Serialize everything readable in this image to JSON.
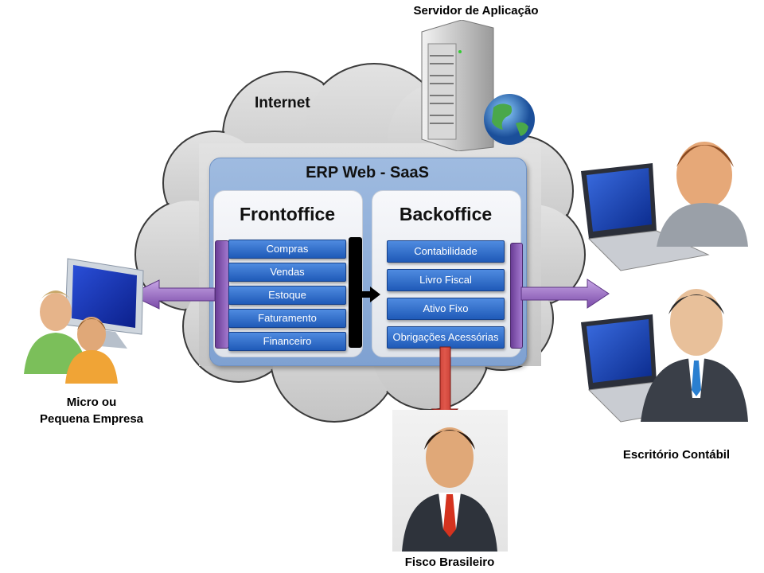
{
  "labels": {
    "server": "Servidor de Aplicação",
    "internet": "Internet",
    "erp_title": "ERP Web - SaaS",
    "small_business_line1": "Micro ou",
    "small_business_line2": "Pequena Empresa",
    "accounting_office": "Escritório Contábil",
    "tax_authority": "Fisco Brasileiro"
  },
  "frontoffice": {
    "title": "Frontoffice",
    "modules": [
      "Compras",
      "Vendas",
      "Estoque",
      "Faturamento",
      "Financeiro"
    ]
  },
  "backoffice": {
    "title": "Backoffice",
    "modules": [
      "Contabilidade",
      "Livro Fiscal",
      "Ativo Fixo",
      "Obrigações Acessórias"
    ]
  },
  "colors": {
    "module_blue": "#2f6fd0",
    "purple_arrow": "#8a56b8",
    "red_arrow": "#c43a2e",
    "cloud": "#cfcfcf",
    "erp_frame": "#8fb0dd"
  },
  "icons": [
    "server-icon",
    "globe-icon",
    "computer-icon",
    "user-icon"
  ]
}
